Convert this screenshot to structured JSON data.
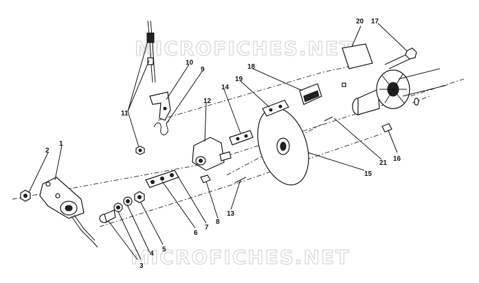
{
  "watermark_text": "MICROFICHES.NET",
  "colors": {
    "ink": "#111111",
    "watermark": "#d4d4d4",
    "background": "#ffffff"
  },
  "callouts": [
    {
      "id": "c1",
      "label": "1"
    },
    {
      "id": "c2",
      "label": "2"
    },
    {
      "id": "c3",
      "label": "3"
    },
    {
      "id": "c4",
      "label": "4"
    },
    {
      "id": "c5",
      "label": "5"
    },
    {
      "id": "c6",
      "label": "6"
    },
    {
      "id": "c7",
      "label": "7"
    },
    {
      "id": "c8",
      "label": "8"
    },
    {
      "id": "c9",
      "label": "9"
    },
    {
      "id": "c10",
      "label": "10"
    },
    {
      "id": "c11",
      "label": "11"
    },
    {
      "id": "c12",
      "label": "12"
    },
    {
      "id": "c13",
      "label": "13"
    },
    {
      "id": "c14",
      "label": "14"
    },
    {
      "id": "c15",
      "label": "15"
    },
    {
      "id": "c16",
      "label": "16"
    },
    {
      "id": "c17",
      "label": "17"
    },
    {
      "id": "c18",
      "label": "18"
    },
    {
      "id": "c19",
      "label": "19"
    },
    {
      "id": "c20",
      "label": "20"
    },
    {
      "id": "c21",
      "label": "21"
    }
  ]
}
